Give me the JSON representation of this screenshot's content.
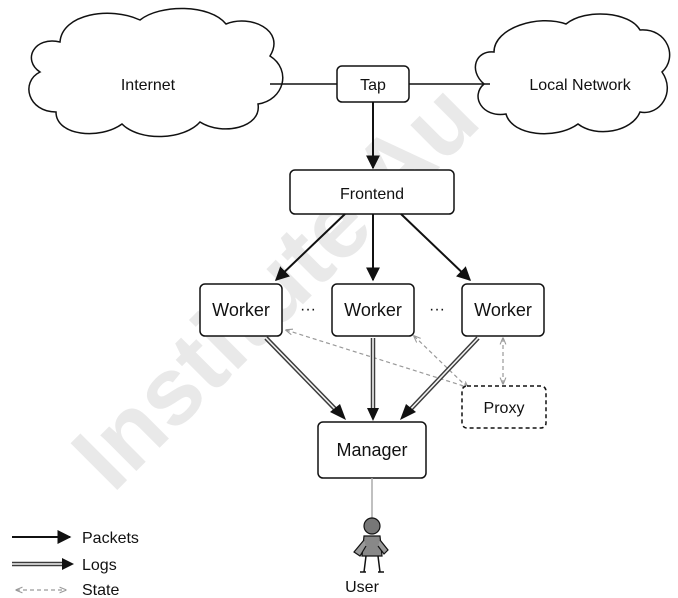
{
  "watermark": "Institute Au",
  "nodes": {
    "internet": "Internet",
    "local_network": "Local Network",
    "tap": "Tap",
    "frontend": "Frontend",
    "worker_1": "Worker",
    "worker_2": "Worker",
    "worker_3": "Worker",
    "ellipsis_1": "···",
    "ellipsis_2": "···",
    "proxy": "Proxy",
    "manager": "Manager",
    "user": "User"
  },
  "legend": {
    "packets": "Packets",
    "logs": "Logs",
    "state": "State"
  },
  "colors": {
    "ink": "#111111",
    "state_line": "#9a9a9a",
    "log_line": "#3c3c3c",
    "user_body": "#7a7a7a"
  }
}
